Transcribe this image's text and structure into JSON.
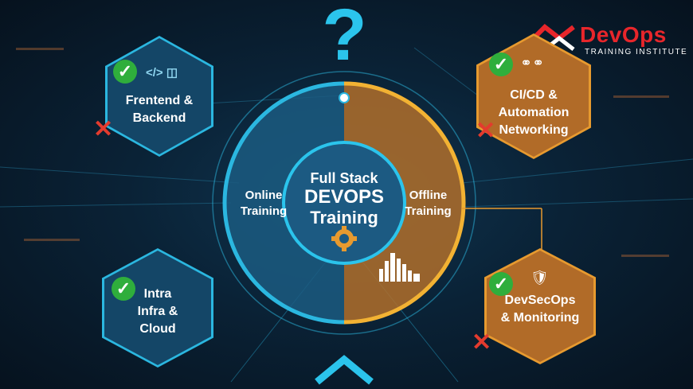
{
  "logo": {
    "title": "DevOps",
    "subtitle": "TRAINING INSTITUTE"
  },
  "center": {
    "line1": "Full Stack",
    "line2": "DEVOPS",
    "line3": "Training"
  },
  "left_label": {
    "line1": "Online",
    "line2": "Training"
  },
  "right_label": {
    "line1": "Offline",
    "line2": "Training"
  },
  "question_mark": "?",
  "hexagons": [
    {
      "lines": [
        "Frentend &",
        "Backend"
      ],
      "icon": "code-database-icon",
      "status": "check-and-cross"
    },
    {
      "lines": [
        "CI/CD &",
        "Automation",
        "Networking"
      ],
      "icon": "pipeline-icon",
      "status": "check-and-cross"
    },
    {
      "lines": [
        "Intra",
        "Infra &",
        "Cloud"
      ],
      "icon": "none",
      "status": "check"
    },
    {
      "lines": [
        "DevSecOps",
        "& Monitoring"
      ],
      "icon": "lock-shield-icon",
      "status": "check-and-cross"
    }
  ],
  "colors": {
    "blue": "#2bb7e0",
    "orange": "#e79a2f",
    "brand_red": "#e8262b",
    "check_green": "#2fae3c"
  }
}
